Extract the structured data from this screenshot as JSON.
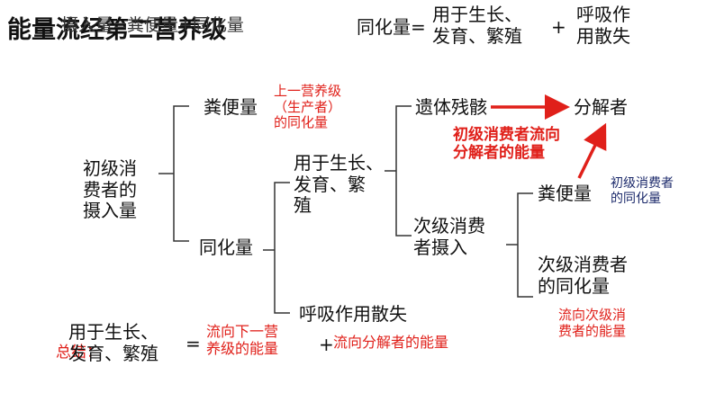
{
  "header": {
    "title": "能量流经第二营养级",
    "overlap_formula": "摄入量=粪便量+同化量",
    "assim_label": "同化量=",
    "assim_use": "用于生长、\n发育、繁殖",
    "plus": "+",
    "respiration": "呼吸作\n用散失"
  },
  "tree": {
    "intake": "初级消\n费者的\n摄入量",
    "feces": "粪便量",
    "feces_note": "上一营养级\n（生产者）\n的同化量",
    "assimilation": "同化量",
    "growth": "用于生长、\n发育、繁\n殖",
    "respiration": "呼吸作用散失",
    "remains": "遗体残骸",
    "decomposer": "分解者",
    "flow_note": "初级消费者流向\n分解者的能量",
    "secondary_intake": "次级消费\n者摄入",
    "sec_feces": "粪便量",
    "sec_feces_note": "初级消费者\n的同化量",
    "sec_assim": "次级消费者\n的同化量",
    "sec_assim_note": "流向次级消\n费者的能量"
  },
  "bottom": {
    "overlap_label": "总结：",
    "growth": "用于生长、\n发育、繁殖",
    "equals": "=",
    "next_level": "流向下一营\n养级的能量",
    "plus": "+",
    "decomposer_flow": "流向分解者的能量"
  },
  "colors": {
    "red": "#e0201a",
    "navy": "#1c2a6b",
    "text": "#111111"
  }
}
